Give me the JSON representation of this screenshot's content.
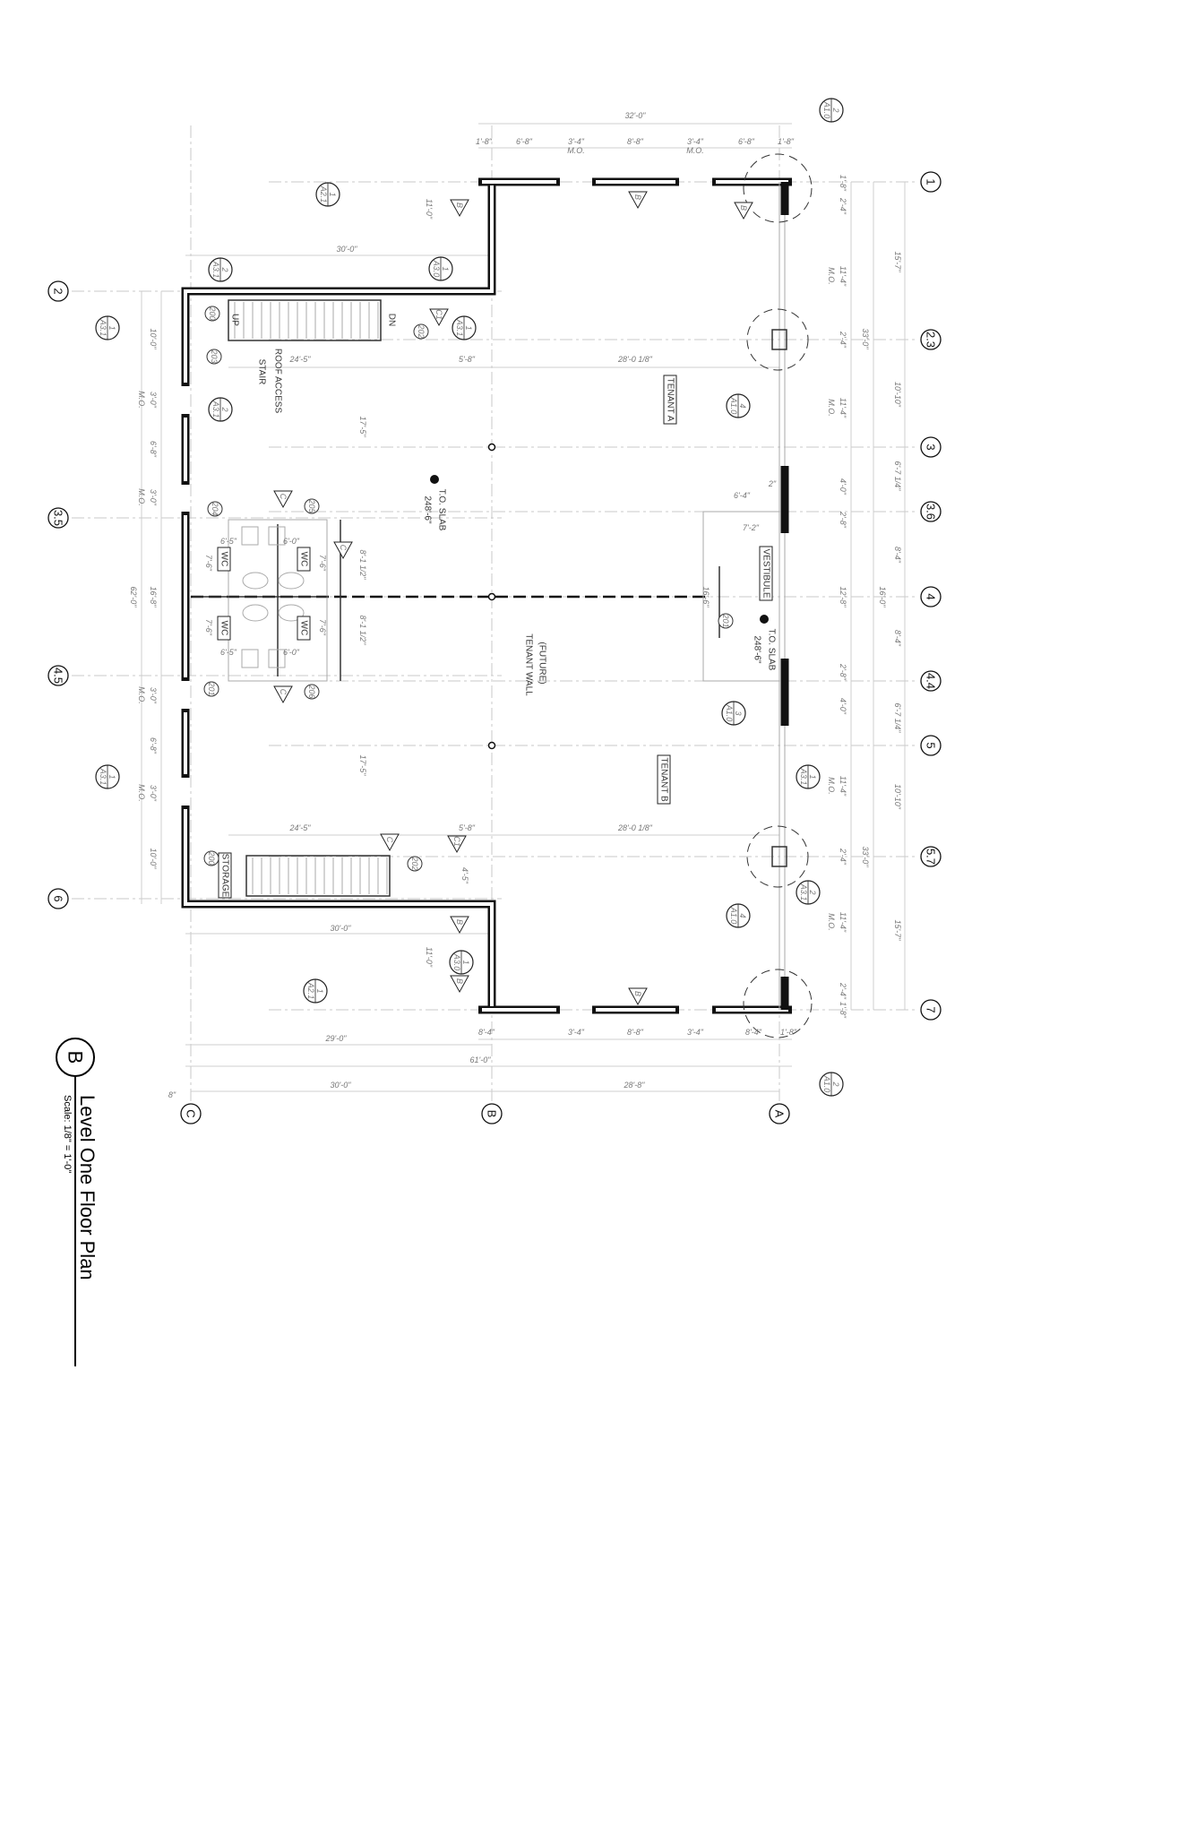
{
  "title": {
    "marker": "B",
    "name": "Level One Floor Plan",
    "scale": "Scale: 1/8\" = 1'-0\""
  },
  "grid_rows": [
    "1",
    "2",
    "2.3",
    "3",
    "3.5",
    "3.6",
    "4",
    "4.4",
    "4.5",
    "5",
    "5.7",
    "6",
    "7"
  ],
  "grid_columns": [
    "C",
    "B",
    "A"
  ],
  "dimensions": {
    "top": [
      "32'-0\"",
      "1'-8\"",
      "6'-8\"",
      "3'-4\"",
      "8'-8\"",
      "3'-4\"",
      "6'-8\"",
      "1'-8\"",
      "M.O.",
      "M.O."
    ],
    "bottom": [
      "8'-4\"",
      "3'-4\"",
      "8'-8\"",
      "3'-4\"",
      "8'-4\"",
      "1'-8\"",
      "29'-0\"",
      "61'-0\"",
      "30'-0\"",
      "28'-8\"",
      "8\""
    ],
    "right": [
      "1'-8\"",
      "2'-4\"",
      "11'-4\"",
      "2'-4\"",
      "11'-4\"",
      "4'-0\"",
      "2'-8\"",
      "12'-8\"",
      "2'-8\"",
      "4'-0\"",
      "11'-4\"",
      "2'-4\"",
      "11'-4\"",
      "2'-4\"",
      "1'-8\"",
      "M.O.",
      "M.O.",
      "M.O.",
      "M.O.",
      "33'-0\"",
      "33'-0\"",
      "15'-7\"",
      "10'-10\"",
      "6'-7 1/4\"",
      "8'-4\"",
      "8'-4\"",
      "6'-7 1/4\"",
      "10'-10\"",
      "15'-7\"",
      "16'-0\""
    ],
    "left": [
      "10'-0\"",
      "3'-0\"",
      "6'-8\"",
      "3'-0\"",
      "16'-8\"",
      "3'-0\"",
      "6'-8\"",
      "3'-0\"",
      "10'-0\"",
      "62'-0\"",
      "M.O.",
      "M.O.",
      "M.O.",
      "M.O."
    ],
    "interior": [
      "30'-0\"",
      "30'-0\"",
      "24'-5\"",
      "24'-5\"",
      "5'-8\"",
      "5'-8\"",
      "28'-0 1/8\"",
      "28'-0 1/8\"",
      "17'-5\"",
      "17'-5\"",
      "8'-1 1/2\"",
      "8'-1 1/2\"",
      "11'-0\"",
      "11'-0\"",
      "4'-5\"",
      "6'-4\"",
      "7'-2\"",
      "16'-6\"",
      "2\"",
      "6'-5\"",
      "6'-0\"",
      "6'-5\"",
      "6'-0\"",
      "7'-6\"",
      "7'-6\"",
      "7'-6\"",
      "7'-6\""
    ]
  },
  "rooms": {
    "tenant_a": "TENANT A",
    "tenant_b": "TENANT B",
    "vestibule": "VESTIBULE",
    "storage": "STORAGE",
    "stair_1": "ROOF ACCESS",
    "stair_2": "STAIR",
    "future_1": "(FUTURE)",
    "future_2": "TENANT WALL",
    "wc": [
      "WC",
      "WC",
      "WC",
      "WC"
    ],
    "up": "UP",
    "dn": "DN"
  },
  "elevations": [
    {
      "label": "T.O. SLAB",
      "value": "248'-6\""
    },
    {
      "label": "T.O. SLAB",
      "value": "248'-6\""
    }
  ],
  "room_tags": [
    "200",
    "203",
    "202",
    "204",
    "205",
    "201",
    "206",
    "201",
    "200",
    "202"
  ],
  "section_markers": [
    {
      "num": "2",
      "sheet": "A3.1"
    },
    {
      "num": "1",
      "sheet": "A3.1"
    },
    {
      "num": "2",
      "sheet": "A3.1"
    },
    {
      "num": "1",
      "sheet": "A3.1"
    },
    {
      "num": "1",
      "sheet": "A3.0"
    },
    {
      "num": "1",
      "sheet": "A2.1"
    },
    {
      "num": "1",
      "sheet": "A3.1"
    },
    {
      "num": "1",
      "sheet": "A3.1"
    },
    {
      "num": "2",
      "sheet": "A3.1"
    },
    {
      "num": "4",
      "sheet": "A1.0"
    },
    {
      "num": "4",
      "sheet": "A1.0"
    },
    {
      "num": "3",
      "sheet": "A1.0"
    },
    {
      "num": "2",
      "sheet": "A1.0"
    },
    {
      "num": "2",
      "sheet": "A1.0"
    },
    {
      "num": "1",
      "sheet": "A2.1"
    },
    {
      "num": "1",
      "sheet": "A3.0"
    }
  ],
  "wall_tags": [
    "B",
    "B",
    "B",
    "B",
    "B",
    "B",
    "C",
    "C",
    "C",
    "C",
    "C1",
    "C1"
  ]
}
